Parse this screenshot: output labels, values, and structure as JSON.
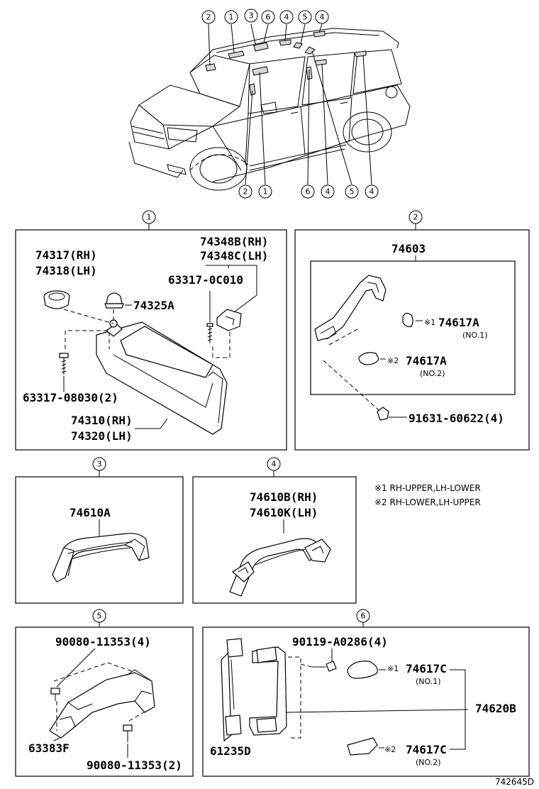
{
  "overview": {
    "top_callouts": [
      "2",
      "1",
      "3",
      "6",
      "4",
      "5",
      "4"
    ],
    "bottom_callouts": [
      "2",
      "1",
      "6",
      "4",
      "5",
      "4"
    ]
  },
  "sections": {
    "s1": {
      "callout": "1",
      "labels": {
        "p74317": "74317(RH)",
        "p74318": "74318(LH)",
        "p74348b": "74348B(RH)",
        "p74348c": "74348C(LH)",
        "p63317_0c010": "63317-0C010",
        "p74325a": "74325A",
        "p63317_08030": "63317-08030(2)",
        "p74310": "74310(RH)",
        "p74320": "74320(LH)"
      }
    },
    "s2": {
      "callout": "2",
      "labels": {
        "p74603": "74603",
        "p74617a_1": "74617A",
        "p74617a_1_no": "(NO.1)",
        "p74617a_2": "74617A",
        "p74617a_2_no": "(NO.2)",
        "p91631": "91631-60622(4)",
        "mark1": "※1",
        "mark2": "※2"
      }
    },
    "s3": {
      "callout": "3",
      "labels": {
        "p74610a": "74610A"
      }
    },
    "s4": {
      "callout": "4",
      "labels": {
        "p74610b": "74610B(RH)",
        "p74610k": "74610K(LH)"
      }
    },
    "s5": {
      "callout": "5",
      "labels": {
        "p90080_top": "90080-11353(4)",
        "p63383f": "63383F",
        "p90080_bottom": "90080-11353(2)"
      }
    },
    "s6": {
      "callout": "6",
      "labels": {
        "p90119": "90119-A0286(4)",
        "p74617c_1": "74617C",
        "p74617c_1_no": "(NO.1)",
        "p74620b": "74620B",
        "p61235d": "61235D",
        "p74617c_2": "74617C",
        "p74617c_2_no": "(NO.2)",
        "mark1": "※1",
        "mark2": "※2"
      }
    }
  },
  "notes": {
    "note1": "※1  RH-UPPER,LH-LOWER",
    "note2": "※2  RH-LOWER,LH-UPPER"
  },
  "figure_code": "742645D"
}
